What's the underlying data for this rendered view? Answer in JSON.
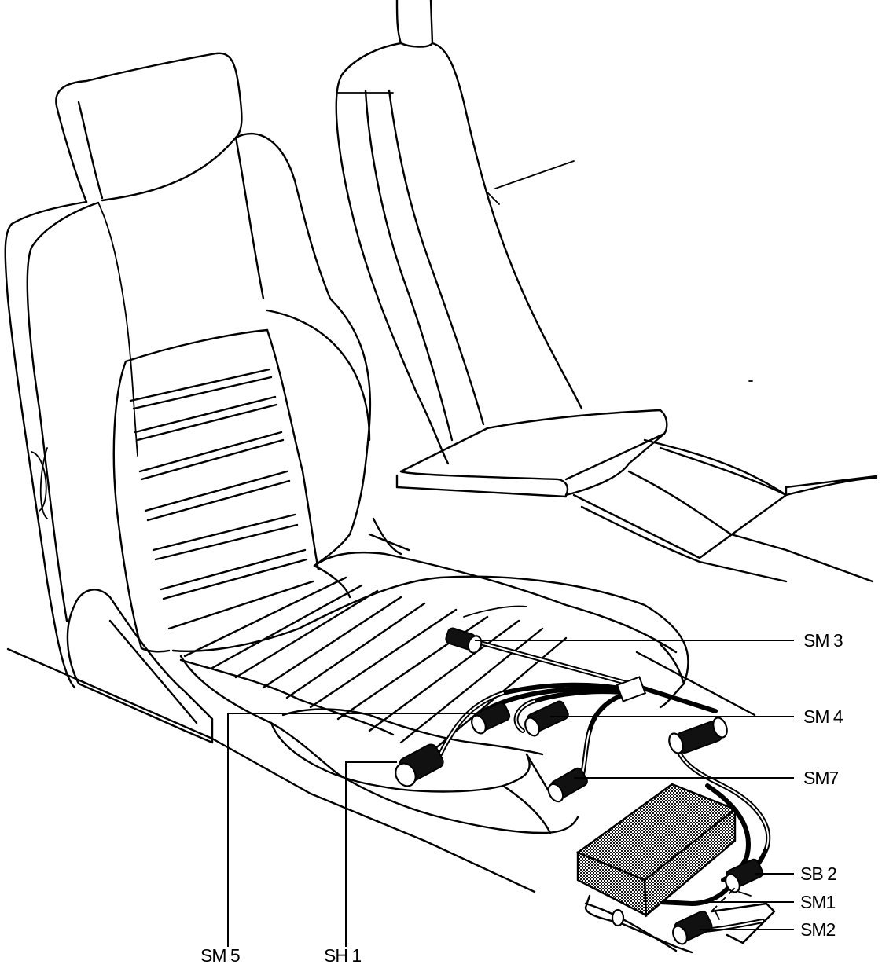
{
  "labels": {
    "sm3": "SM 3",
    "sm4": "SM 4",
    "sm7": "SM7",
    "sb2": "SB 2",
    "sm1": "SM1",
    "sm2": "SM2",
    "sm5": "SM 5",
    "sh1": "SH 1"
  },
  "colors": {
    "ink": "#000000",
    "paper": "#ffffff"
  }
}
